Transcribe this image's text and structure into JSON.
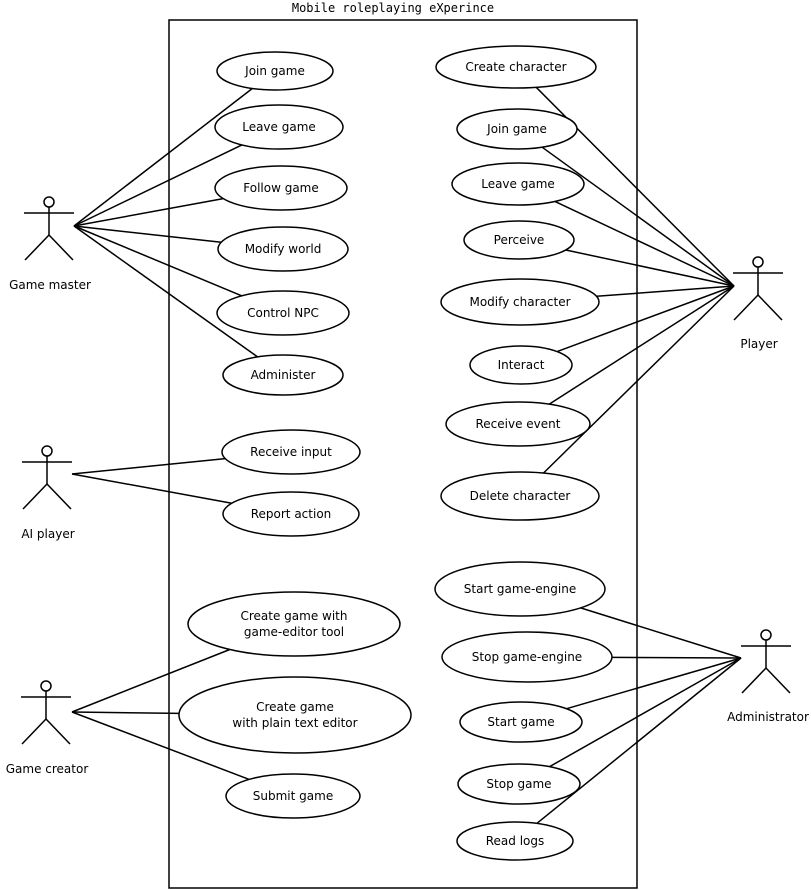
{
  "system": {
    "title": "Mobile roleplaying eXperince"
  },
  "actors": [
    {
      "id": "game-master",
      "label": "Game master"
    },
    {
      "id": "ai-player",
      "label": "AI player"
    },
    {
      "id": "game-creator",
      "label": "Game creator"
    },
    {
      "id": "player",
      "label": "Player"
    },
    {
      "id": "administrator",
      "label": "Administrator"
    }
  ],
  "use_cases": [
    {
      "id": "gm-join-game",
      "lines": [
        "Join game"
      ]
    },
    {
      "id": "gm-leave-game",
      "lines": [
        "Leave game"
      ]
    },
    {
      "id": "gm-follow-game",
      "lines": [
        "Follow game"
      ]
    },
    {
      "id": "gm-modify-world",
      "lines": [
        "Modify world"
      ]
    },
    {
      "id": "gm-control-npc",
      "lines": [
        "Control NPC"
      ]
    },
    {
      "id": "gm-administer",
      "lines": [
        "Administer"
      ]
    },
    {
      "id": "ai-receive-input",
      "lines": [
        "Receive input"
      ]
    },
    {
      "id": "ai-report-action",
      "lines": [
        "Report action"
      ]
    },
    {
      "id": "gc-create-game-editor",
      "lines": [
        "Create game with",
        "game-editor tool"
      ]
    },
    {
      "id": "gc-create-game-text",
      "lines": [
        "Create game",
        "with plain text editor"
      ]
    },
    {
      "id": "gc-submit-game",
      "lines": [
        "Submit game"
      ]
    },
    {
      "id": "pl-create-character",
      "lines": [
        "Create character"
      ]
    },
    {
      "id": "pl-join-game",
      "lines": [
        "Join game"
      ]
    },
    {
      "id": "pl-leave-game",
      "lines": [
        "Leave game"
      ]
    },
    {
      "id": "pl-perceive",
      "lines": [
        "Perceive"
      ]
    },
    {
      "id": "pl-modify-character",
      "lines": [
        "Modify character"
      ]
    },
    {
      "id": "pl-interact",
      "lines": [
        "Interact"
      ]
    },
    {
      "id": "pl-receive-event",
      "lines": [
        "Receive event"
      ]
    },
    {
      "id": "pl-delete-character",
      "lines": [
        "Delete character"
      ]
    },
    {
      "id": "ad-start-engine",
      "lines": [
        "Start game-engine"
      ]
    },
    {
      "id": "ad-stop-engine",
      "lines": [
        "Stop game-engine"
      ]
    },
    {
      "id": "ad-start-game",
      "lines": [
        "Start game"
      ]
    },
    {
      "id": "ad-stop-game",
      "lines": [
        "Stop game"
      ]
    },
    {
      "id": "ad-read-logs",
      "lines": [
        "Read logs"
      ]
    }
  ],
  "associations": [
    [
      "game-master",
      "gm-join-game"
    ],
    [
      "game-master",
      "gm-leave-game"
    ],
    [
      "game-master",
      "gm-follow-game"
    ],
    [
      "game-master",
      "gm-modify-world"
    ],
    [
      "game-master",
      "gm-control-npc"
    ],
    [
      "game-master",
      "gm-administer"
    ],
    [
      "ai-player",
      "ai-receive-input"
    ],
    [
      "ai-player",
      "ai-report-action"
    ],
    [
      "game-creator",
      "gc-create-game-editor"
    ],
    [
      "game-creator",
      "gc-create-game-text"
    ],
    [
      "game-creator",
      "gc-submit-game"
    ],
    [
      "player",
      "pl-create-character"
    ],
    [
      "player",
      "pl-join-game"
    ],
    [
      "player",
      "pl-leave-game"
    ],
    [
      "player",
      "pl-perceive"
    ],
    [
      "player",
      "pl-modify-character"
    ],
    [
      "player",
      "pl-interact"
    ],
    [
      "player",
      "pl-receive-event"
    ],
    [
      "player",
      "pl-delete-character"
    ],
    [
      "administrator",
      "ad-start-engine"
    ],
    [
      "administrator",
      "ad-stop-engine"
    ],
    [
      "administrator",
      "ad-start-game"
    ],
    [
      "administrator",
      "ad-stop-game"
    ],
    [
      "administrator",
      "ad-read-logs"
    ]
  ]
}
